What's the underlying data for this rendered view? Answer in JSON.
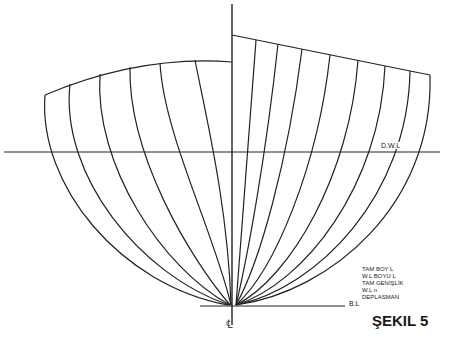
{
  "diagram": {
    "caption": "ŞEKIL 5",
    "labels": [
      "D.W.L",
      "B.L",
      "℄",
      "TAM BOY L",
      "W.L BOYU L",
      "TAM GENİŞLİK",
      "W.L  n",
      "DEPLASMAN"
    ]
  }
}
